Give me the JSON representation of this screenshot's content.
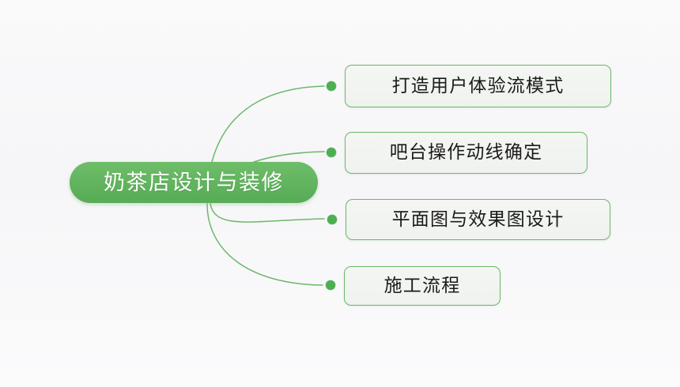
{
  "diagram": {
    "type": "mind-map",
    "title": "奶茶店设计与装修",
    "root": {
      "label": "奶茶店设计与装修",
      "text_color": "#ffffff",
      "fill_color": "#62b45e"
    },
    "branches": [
      {
        "label": "打造用户体验流模式",
        "fill_color": "#f1f4f0",
        "border_color": "#6cb869",
        "text_color": "#1b1b1b",
        "dot_color": "#4cb050"
      },
      {
        "label": "吧台操作动线确定",
        "fill_color": "#f1f4f0",
        "border_color": "#6cb869",
        "text_color": "#1b1b1b",
        "dot_color": "#4cb050"
      },
      {
        "label": "平面图与效果图设计",
        "fill_color": "#f1f4f0",
        "border_color": "#6cb869",
        "text_color": "#1b1b1b",
        "dot_color": "#4cb050"
      },
      {
        "label": "施工流程",
        "fill_color": "#f1f4f0",
        "border_color": "#6cb869",
        "text_color": "#1b1b1b",
        "dot_color": "#4cb050"
      }
    ],
    "connector_color": "#6cb869",
    "background_color": "#f7f7f9"
  }
}
